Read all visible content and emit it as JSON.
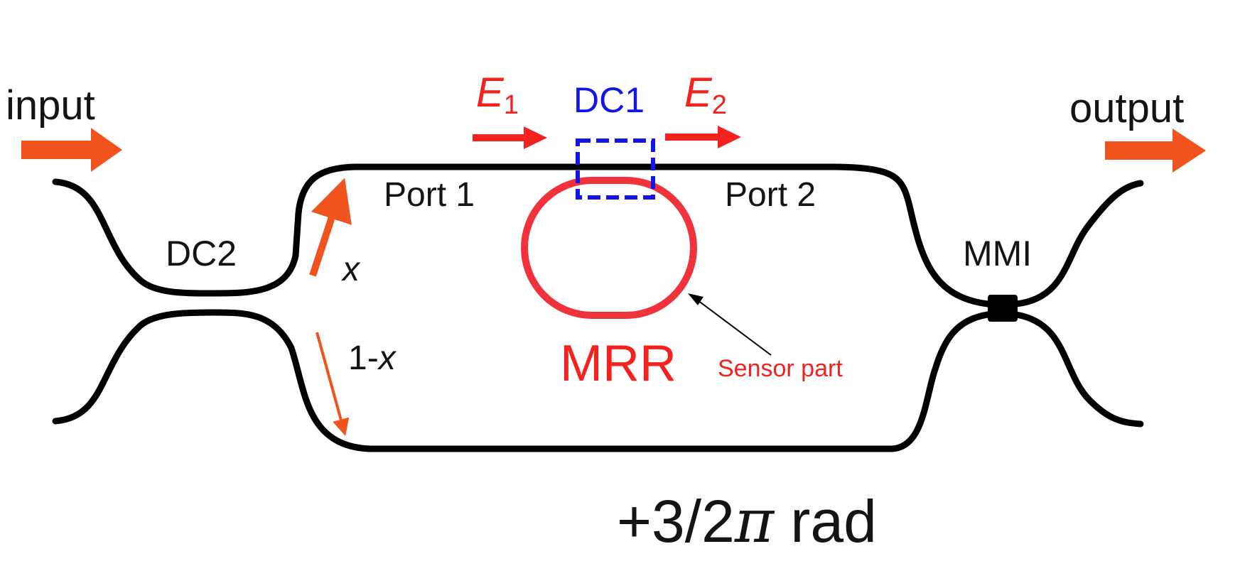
{
  "labels": {
    "input": "input",
    "output": "output",
    "dc2": "DC2",
    "dc1": "DC1",
    "mmi": "MMI",
    "port1": "Port 1",
    "port2": "Port 2",
    "x": "x",
    "one_minus": "1-",
    "x2": "x",
    "e1_letter": "E",
    "e1_sub": "1",
    "e2_letter": "E",
    "e2_sub": "2",
    "mrr": "MRR",
    "sensor": "Sensor part",
    "phase_prefix": "+3/2",
    "phase_pi": "π",
    "phase_suffix": " rad"
  },
  "colors": {
    "waveguide": "#000000",
    "ring": "#f0323c",
    "arrow_orange": "#f0531e",
    "arrow_red": "#f2221f",
    "dc1_box": "#1414e6",
    "text_red": "#f2221f",
    "text_blue": "#1414e6",
    "text_black": "#141414"
  }
}
